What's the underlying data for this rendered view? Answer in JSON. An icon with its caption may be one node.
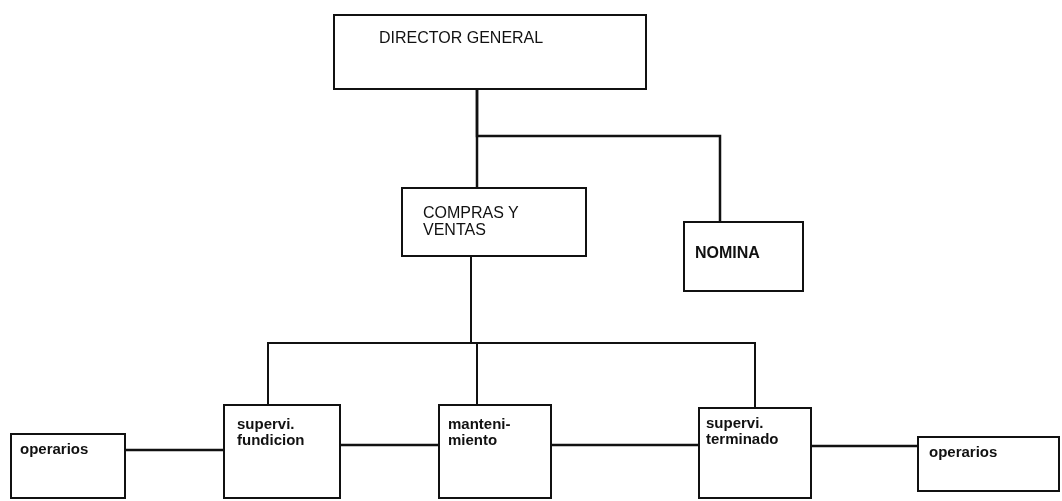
{
  "diagram": {
    "nodes": [
      {
        "text": [
          "DIRECTOR GENERAL"
        ]
      },
      {
        "text": [
          "COMPRAS Y VENTAS"
        ]
      },
      {
        "text": [
          "NOMINA"
        ]
      },
      {
        "text": [
          "operarios"
        ]
      },
      {
        "text": [
          "supervi. fundicion"
        ]
      },
      {
        "text": [
          "manteni- miento"
        ]
      },
      {
        "text": [
          "supervi. terminado"
        ]
      },
      {
        "text": [
          "operarios"
        ]
      }
    ],
    "edges": [
      {
        "from": 0,
        "to": 1,
        "arrow": "none"
      },
      {
        "from": 0,
        "to": 2,
        "arrow": "none"
      },
      {
        "from": 1,
        "to": 4,
        "arrow": "none"
      },
      {
        "from": 1,
        "to": 5,
        "arrow": "none"
      },
      {
        "from": 1,
        "to": 6,
        "arrow": "none"
      },
      {
        "from": 4,
        "to": 3,
        "arrow": "none"
      },
      {
        "from": 5,
        "to": 4,
        "arrow": "none"
      },
      {
        "from": 6,
        "to": 5,
        "arrow": "none"
      },
      {
        "from": 6,
        "to": 7,
        "arrow": "none"
      }
    ]
  }
}
